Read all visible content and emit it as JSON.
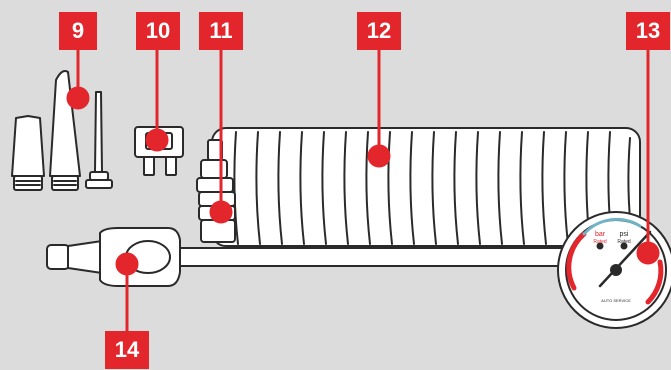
{
  "callouts": [
    "9",
    "10",
    "11",
    "12",
    "13",
    "14"
  ],
  "gauge": {
    "label_left": "bar",
    "label_right": "psi",
    "label_left_sub": "Rated",
    "label_right_sub": "Rated",
    "brand": "AUTO SERVICE"
  },
  "colors": {
    "background": "#dcdcdc",
    "callout": "#e3262c",
    "line": "#2a2a2a",
    "fill": "#ffffff"
  }
}
